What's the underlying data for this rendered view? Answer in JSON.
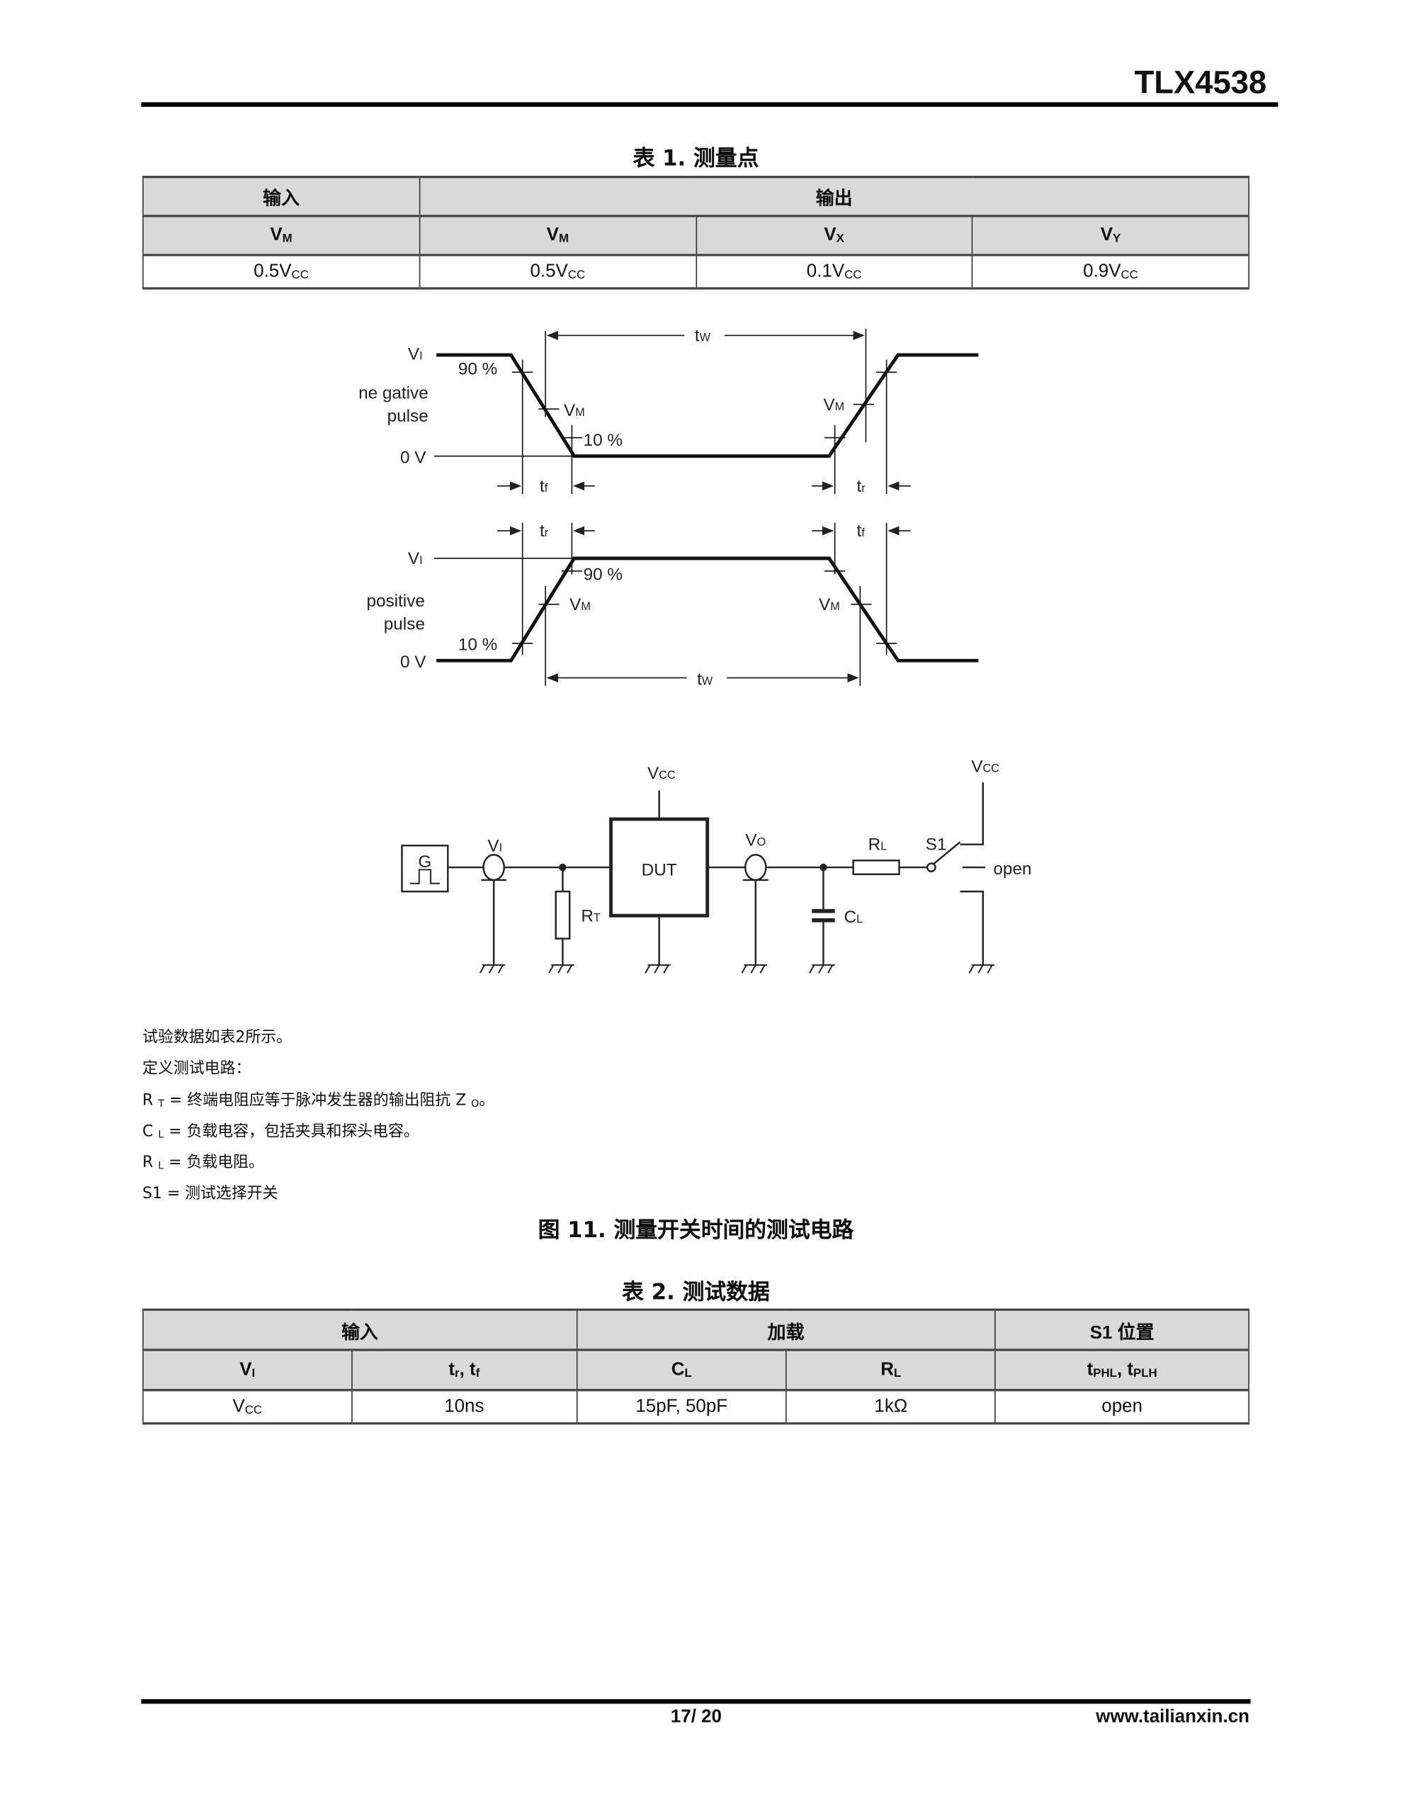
{
  "header": {
    "part_number": "TLX4538"
  },
  "table1": {
    "title": "表 1. 测量点",
    "group_headers": [
      "输入",
      "输出"
    ],
    "col_headers": [
      {
        "b": "V",
        "s": "M"
      },
      {
        "b": "V",
        "s": "M"
      },
      {
        "b": "V",
        "s": "X"
      },
      {
        "b": "V",
        "s": "Y"
      }
    ],
    "values": [
      {
        "b": "0.5V",
        "s": "CC"
      },
      {
        "b": "0.5V",
        "s": "CC"
      },
      {
        "b": "0.1V",
        "s": "CC"
      },
      {
        "b": "0.9V",
        "s": "CC"
      }
    ]
  },
  "waveform": {
    "vi": {
      "b": "V",
      "s": "I"
    },
    "vm": {
      "b": "V",
      "s": "M"
    },
    "zero_v": "0 V",
    "p90": "90 %",
    "p10": "10 %",
    "negative": [
      "ne gative",
      "pulse"
    ],
    "positive": [
      "positive",
      "pulse"
    ],
    "tw": {
      "b": "t",
      "s": "W"
    },
    "tf": {
      "b": "t",
      "s": "f"
    },
    "tr": {
      "b": "t",
      "s": "r"
    }
  },
  "circuit": {
    "generator": "G",
    "vi": {
      "b": "V",
      "s": "I"
    },
    "vo": {
      "b": "V",
      "s": "O"
    },
    "vcc": {
      "b": "V",
      "s": "CC"
    },
    "dut": "DUT",
    "rt": {
      "b": "R",
      "s": "T"
    },
    "rl": {
      "b": "R",
      "s": "L"
    },
    "cl": {
      "b": "C",
      "s": "L"
    },
    "s1": "S1",
    "open": "open"
  },
  "notes": [
    "试验数据如表2所示。",
    "定义测试电路：",
    {
      "b": "R ",
      "s": "T",
      "t": " = 终端电阻应等于脉冲发生器的输出阻抗 Z ",
      "s2": "O",
      "t2": "。"
    },
    {
      "b": "C ",
      "s": "L",
      "t": " = 负载电容，包括夹具和探头电容。"
    },
    {
      "b": "R ",
      "s": "L",
      "t": " = 负载电阻。"
    },
    "S1 = 测试选择开关"
  ],
  "figure_caption": "图 11. 测量开关时间的测试电路",
  "table2": {
    "title": "表 2. 测试数据",
    "group_headers": [
      "输入",
      "加载",
      "S1 位置"
    ],
    "col_headers": [
      {
        "b": "V",
        "s": "I"
      },
      {
        "b": "t",
        "s": "r",
        "t": ", t",
        "s2": "f"
      },
      {
        "b": "C",
        "s": "L"
      },
      {
        "b": "R",
        "s": "L"
      },
      {
        "b": "t",
        "s": "PHL",
        "t": ", t",
        "s2": "PLH"
      }
    ],
    "values": [
      {
        "b": "V",
        "s": "CC"
      },
      {
        "b": "10ns"
      },
      {
        "b": "15pF, 50pF"
      },
      {
        "b": "1kΩ"
      },
      {
        "b": "open"
      }
    ]
  },
  "footer": {
    "page": "17/ 20",
    "website": "www.tailianxin.cn"
  }
}
